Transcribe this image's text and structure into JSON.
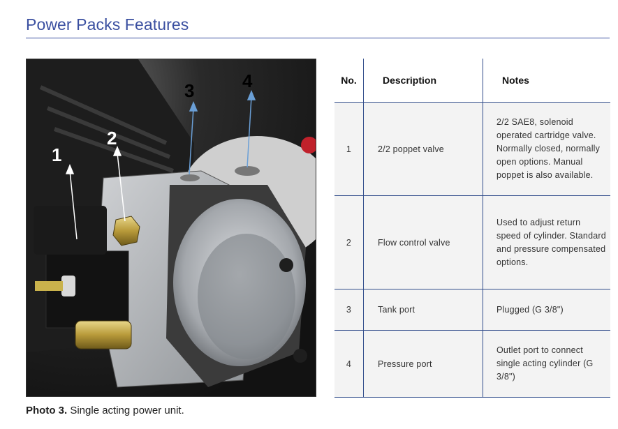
{
  "header": {
    "title": "Power Packs Features"
  },
  "photo": {
    "labels": [
      "1",
      "2",
      "3",
      "4"
    ]
  },
  "caption": {
    "bold": "Photo 3.",
    "text": " Single acting power unit."
  },
  "table": {
    "headers": {
      "no": "No.",
      "description": "Description",
      "notes": "Notes"
    },
    "rows": [
      {
        "no": "1",
        "description": "2/2 poppet valve",
        "notes": "2/2 SAE8, solenoid operated cartridge valve. Normally closed, normally open options. Manual poppet is also available."
      },
      {
        "no": "2",
        "description": "Flow control valve",
        "notes": "Used to adjust return speed of cylinder. Standard and pressure compensated options."
      },
      {
        "no": "3",
        "description": "Tank port",
        "notes": "Plugged (G 3/8\")"
      },
      {
        "no": "4",
        "description": "Pressure port",
        "notes": "Outlet port to connect single acting cylinder (G 3/8\")"
      }
    ]
  },
  "colors": {
    "title": "#3a4fa0",
    "rule": "#2f4b8a",
    "row_bg": "#f3f3f3",
    "arrow": "#6a9fd6"
  }
}
